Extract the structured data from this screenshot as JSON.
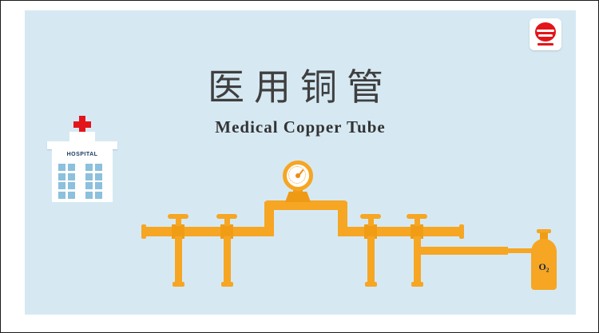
{
  "slide": {
    "title": "医用铜管",
    "subtitle": "Medical Copper Tube"
  },
  "hospital": {
    "sign": "HOSPITAL"
  },
  "oxygen": {
    "label": "O₂"
  },
  "icons": {
    "brand_logo": "red-emblem-logo",
    "pressure_gauge": "round-dial-gauge",
    "hospital": "white-building-with-red-cross",
    "oxygen_cylinder": "orange-gas-cylinder"
  },
  "colors": {
    "panel_bg": "#d6e9f3",
    "pipe_orange": "#f6a623",
    "pipe_orange_dark": "#f09d15",
    "brand_red": "#e3151b",
    "window_blue": "#8cc0dc",
    "title_text": "#3f3f3f",
    "sign_text": "#17375e"
  }
}
